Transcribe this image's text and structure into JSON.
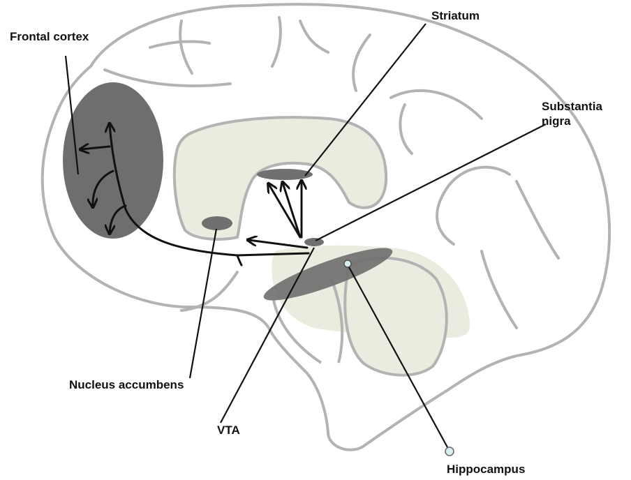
{
  "labels": {
    "frontal_cortex": "Frontal cortex",
    "striatum": "Striatum",
    "substantia_nigra_line1": "Substantia",
    "substantia_nigra_line2": "nigra",
    "nucleus_accumbens": "Nucleus accumbens",
    "vta": "VTA",
    "hippocampus": "Hippocampus"
  },
  "colors": {
    "outline": "#b3b3b3",
    "region_fill": "#ecebdf",
    "frontal_fill": "#6e6e6e",
    "nucleus_fill": "#707070",
    "pathway": "#111111"
  }
}
